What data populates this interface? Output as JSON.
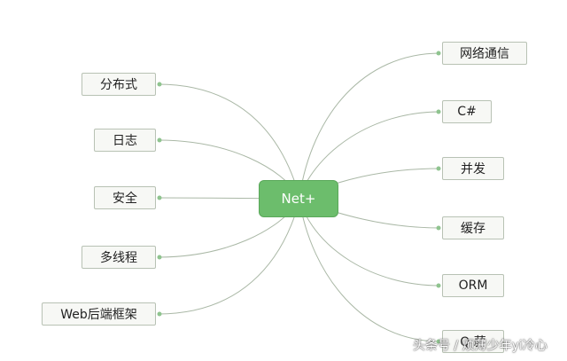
{
  "root": {
    "label": "Net+"
  },
  "left_nodes": [
    {
      "label": "分布式"
    },
    {
      "label": "日志"
    },
    {
      "label": "安全"
    },
    {
      "label": "多线程"
    },
    {
      "label": "Web后端框架"
    }
  ],
  "right_nodes": [
    {
      "label": "网络通信"
    },
    {
      "label": "C#"
    },
    {
      "label": "并发"
    },
    {
      "label": "缓存"
    },
    {
      "label": "ORM"
    },
    {
      "label": "Q 蒜"
    }
  ],
  "watermark": {
    "text": "头条号 / 烦薄少年yi冷心"
  },
  "colors": {
    "root_fill": "#6cbd6c",
    "branch_line": "#aab8a6",
    "node_fill": "#f7f8f5",
    "node_border": "#b8c2b4",
    "dot": "#8fc48f"
  }
}
